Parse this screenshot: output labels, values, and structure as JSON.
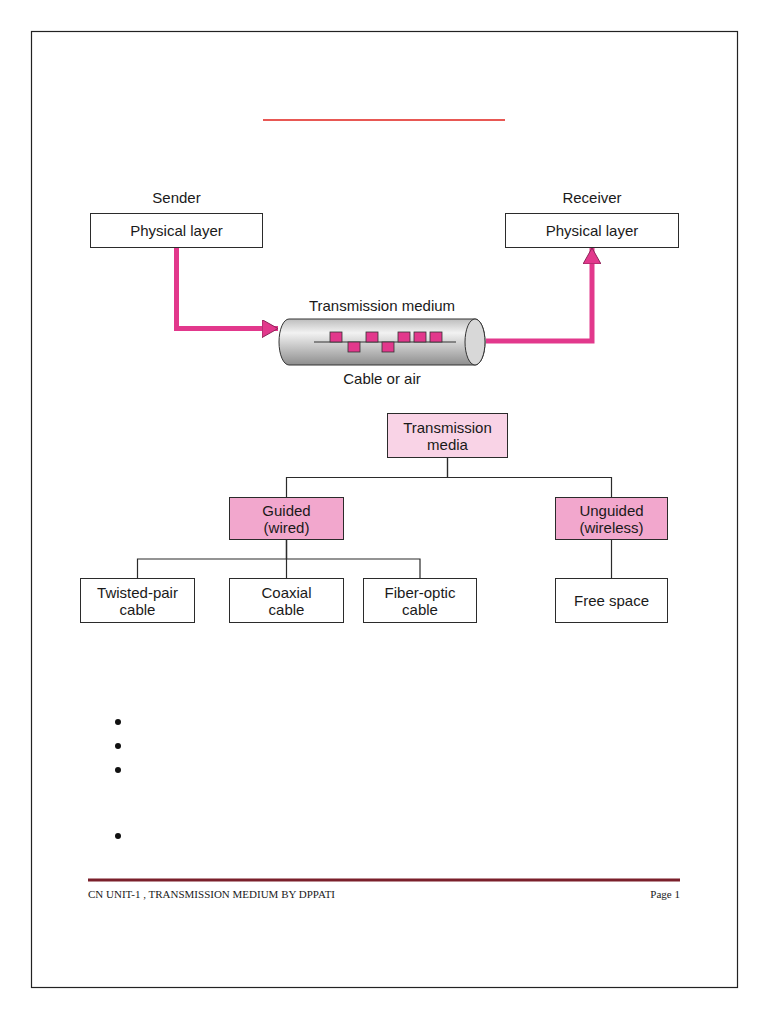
{
  "diagram": {
    "nodes": [
      {
        "text": [
          "Sender",
          "Physical layer"
        ]
      },
      {
        "text": [
          "Receiver",
          "Physical layer"
        ]
      },
      {
        "text": [
          "Transmission medium",
          "Cable or air"
        ]
      },
      {
        "text": [
          "Transmission media"
        ]
      },
      {
        "text": [
          "Guided (wired)"
        ]
      },
      {
        "text": [
          "Unguided (wireless)"
        ]
      },
      {
        "text": [
          "Twisted-pair cable"
        ]
      },
      {
        "text": [
          "Coaxial cable"
        ]
      },
      {
        "text": [
          "Fiber-optic cable"
        ]
      },
      {
        "text": [
          "Free space"
        ]
      }
    ],
    "edges": [
      {
        "from": 0,
        "to": 2,
        "arrow": "to"
      },
      {
        "from": 2,
        "to": 1,
        "arrow": "to"
      },
      {
        "from": 3,
        "to": 4,
        "arrow": "none"
      },
      {
        "from": 3,
        "to": 5,
        "arrow": "none"
      },
      {
        "from": 4,
        "to": 6,
        "arrow": "none"
      },
      {
        "from": 4,
        "to": 7,
        "arrow": "none"
      },
      {
        "from": 4,
        "to": 8,
        "arrow": "none"
      },
      {
        "from": 5,
        "to": 9,
        "arrow": "none"
      }
    ],
    "labels": [
      "CN UNIT-1 , TRANSMISSION MEDIUM BY DPPATI",
      "Page 1"
    ]
  }
}
